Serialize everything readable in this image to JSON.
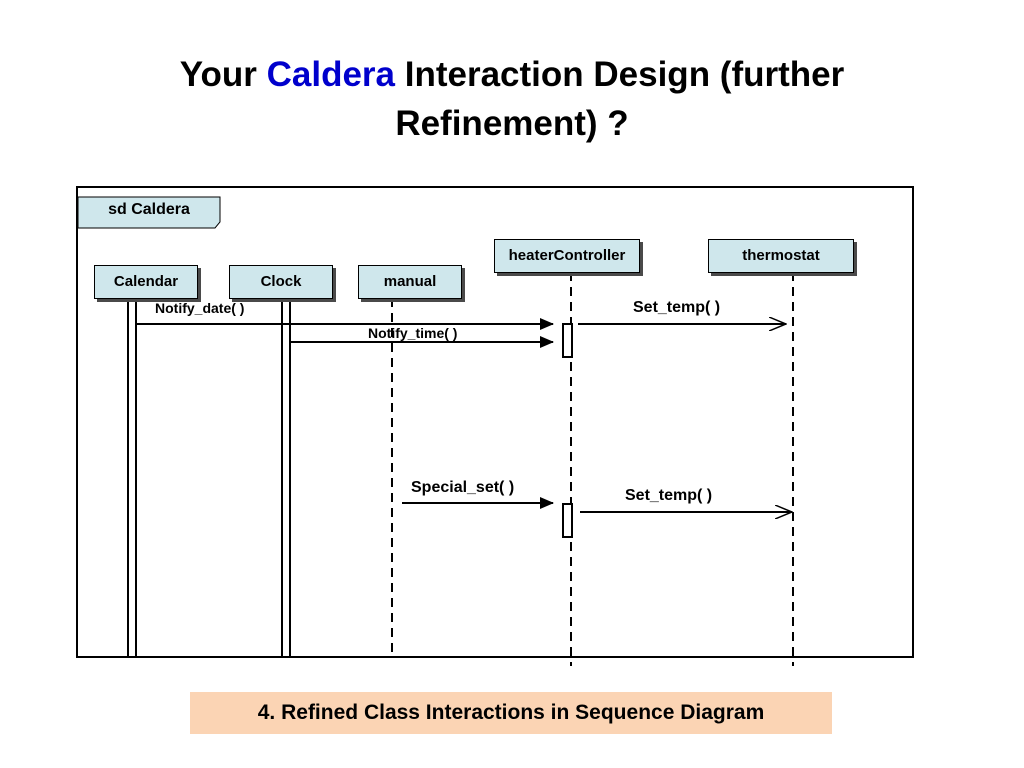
{
  "title": {
    "prefix": "Your ",
    "accent": "Caldera",
    "suffix": " Interaction Design (further",
    "line2": "Refinement) ?"
  },
  "frame": {
    "tag": "sd Caldera"
  },
  "lifelines": {
    "calendar": "Calendar",
    "clock": "Clock",
    "manual": "manual",
    "heaterController": "heaterController",
    "thermostat": "thermostat"
  },
  "messages": {
    "notify_date": "Notify_date( )",
    "notify_time": "Notify_time( )",
    "set_temp_1": "Set_temp( )",
    "special_set": "Special_set( )",
    "set_temp_2": "Set_temp( )"
  },
  "caption": "4.  Refined Class Interactions in Sequence Diagram",
  "colors": {
    "accent": "#0000CC",
    "lifeline_fill": "#CFE7EC",
    "caption_fill": "#FBD4B4"
  }
}
